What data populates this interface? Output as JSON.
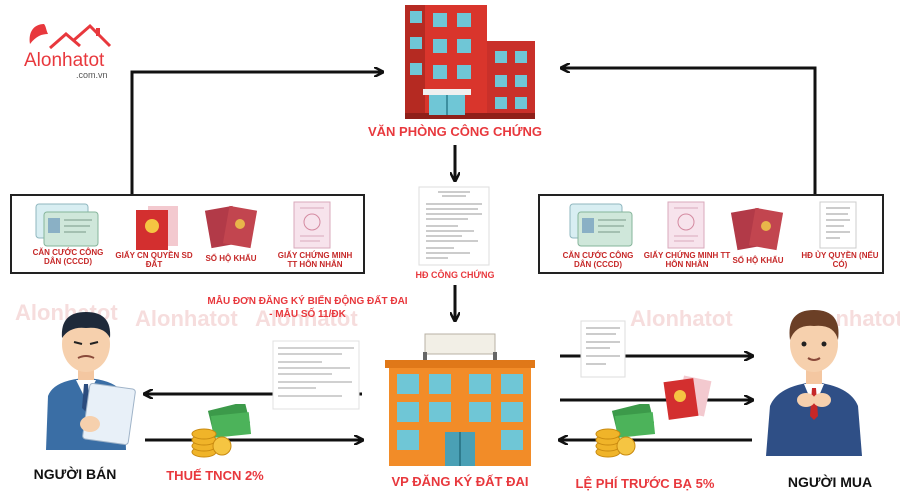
{
  "logo": {
    "brand": "Alonhatot",
    "domain": ".com.vn"
  },
  "watermark": "Alonhatot",
  "notary": {
    "label": "VĂN PHÒNG CÔNG CHỨNG"
  },
  "contract": {
    "label": "HĐ CÔNG CHỨNG"
  },
  "form": {
    "label": "MẪU ĐƠN ĐĂNG KÝ BIẾN ĐỘNG ĐẤT ĐAI - MẪU SỐ 11/ĐK"
  },
  "land_office": {
    "label": "VP ĐĂNG KÝ ĐẤT ĐAI"
  },
  "seller": {
    "label": "NGƯỜI BÁN",
    "tax_label": "THUẾ TNCN 2%",
    "docs": [
      "CĂN CƯỚC CÔNG DÂN (CCCD)",
      "GIẤY CN QUYỀN SD ĐẤT",
      "SỔ HỘ KHẨU",
      "GIẤY CHỨNG MINH TT HÔN NHÂN"
    ]
  },
  "buyer": {
    "label": "NGƯỜI MUA",
    "fee_label": "LỆ PHÍ TRƯỚC BẠ 5%",
    "docs": [
      "CĂN CƯỚC CÔNG DÂN (CCCD)",
      "GIẤY CHỨNG MINH TT HÔN NHÂN",
      "SỔ HỘ KHẨU",
      "HĐ ỦY QUYỀN (NẾU CÓ)"
    ]
  },
  "colors": {
    "accent_red": "#e8383d",
    "building_red": "#d9352c",
    "window_teal": "#6fc6d6",
    "office_orange": "#f28c28"
  }
}
